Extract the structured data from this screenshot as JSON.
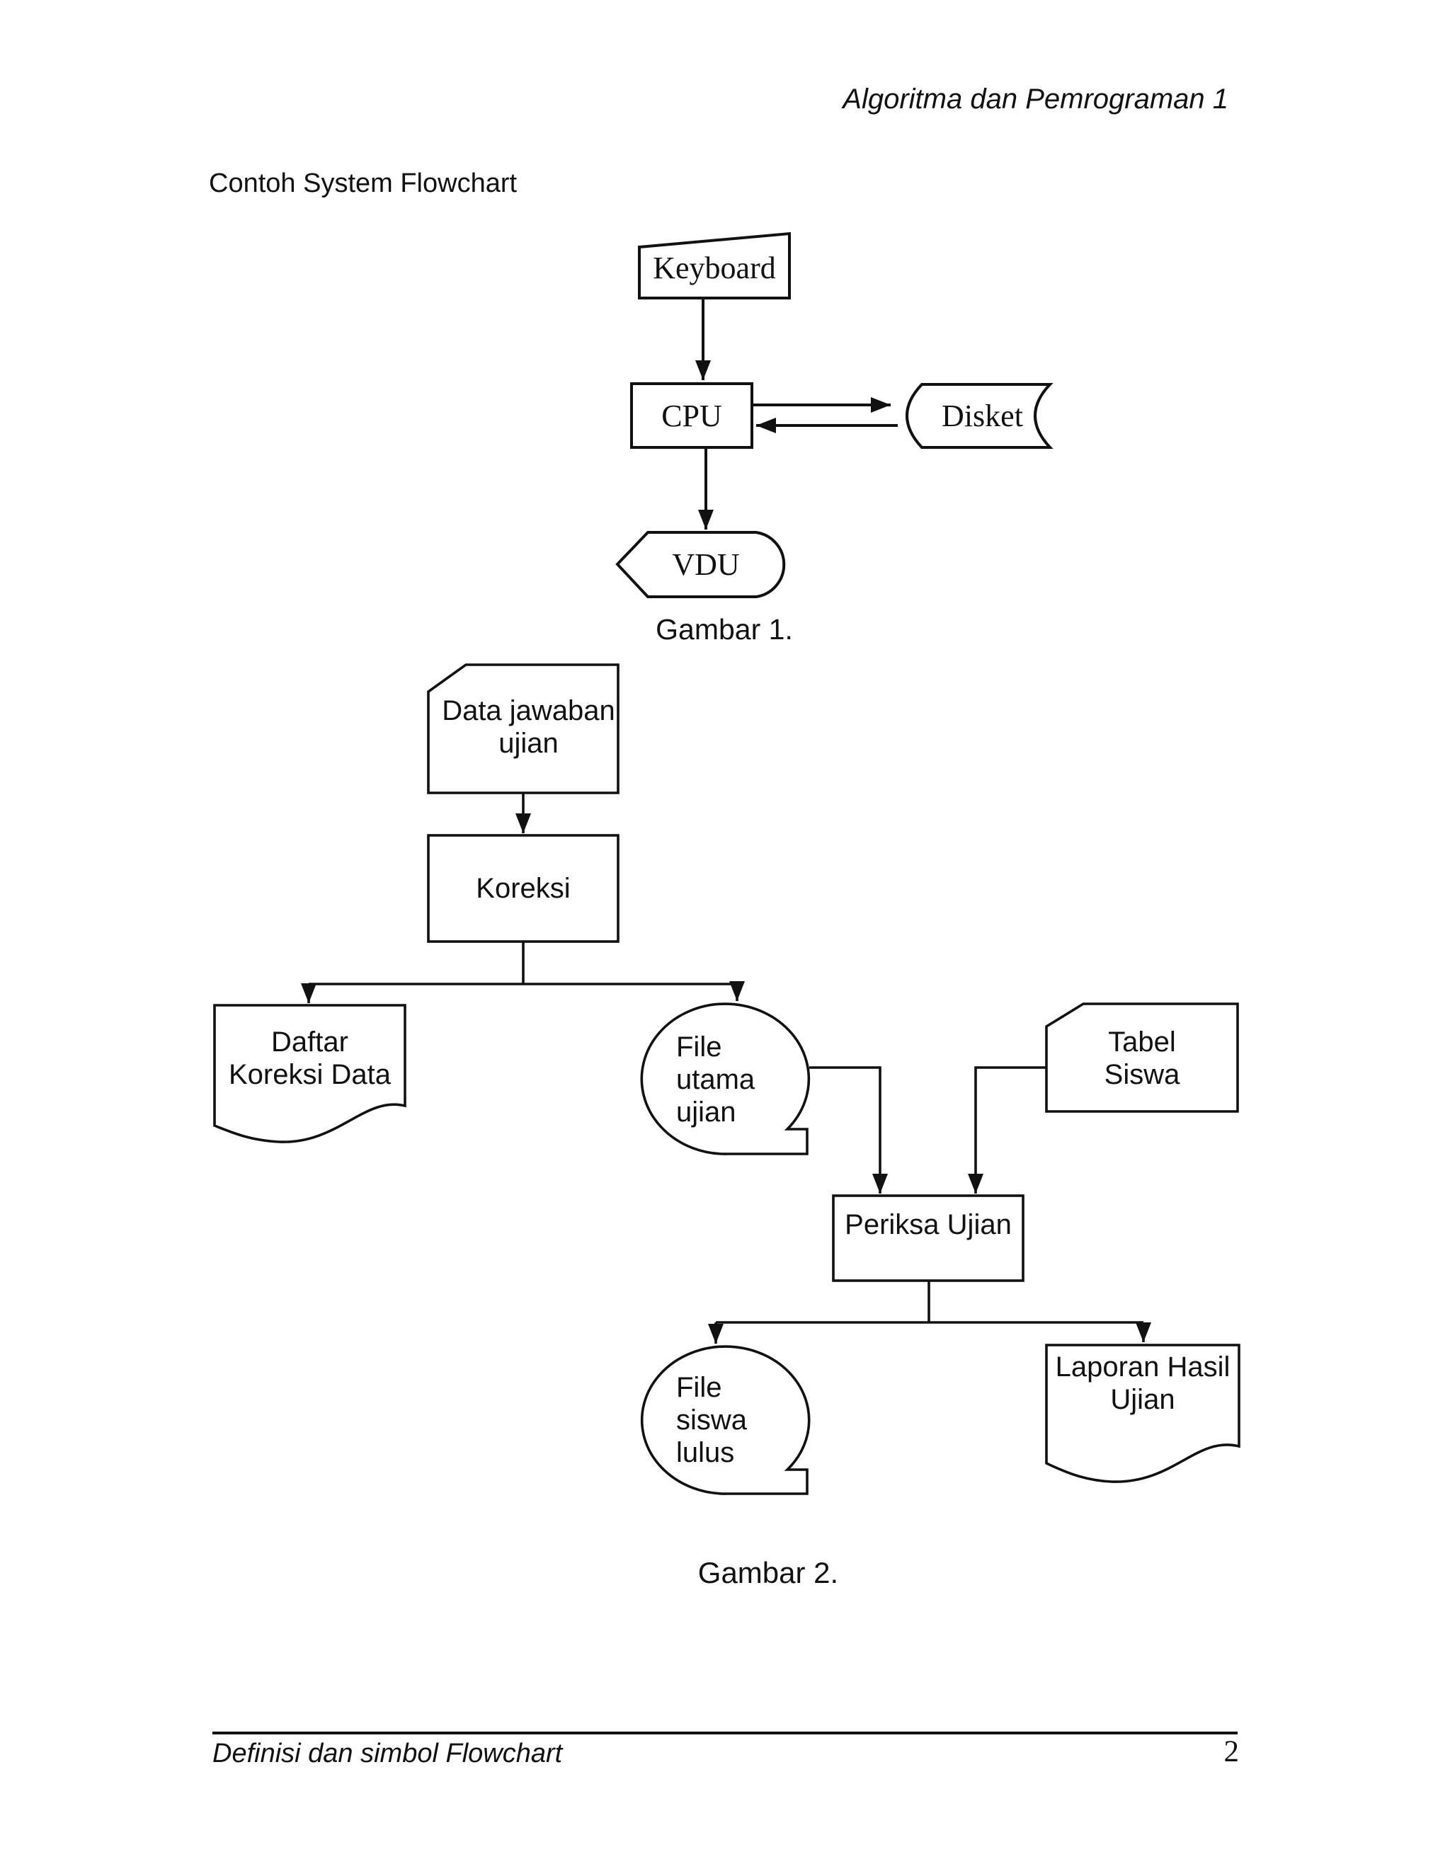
{
  "page": {
    "header": "Algoritma dan Pemrograman 1",
    "section_title": "Contoh System Flowchart",
    "footer_left": "Definisi dan simbol Flowchart",
    "page_number": "2"
  },
  "figure1": {
    "caption": "Gambar 1.",
    "nodes": {
      "keyboard": "Keyboard",
      "cpu": "CPU",
      "disket": "Disket",
      "vdu": "VDU"
    }
  },
  "figure2": {
    "caption": "Gambar 2.",
    "nodes": {
      "data_jawaban": "Data jawaban\nujian",
      "koreksi": "Koreksi",
      "daftar": "Daftar\nKoreksi Data",
      "file_utama": "File\nutama\nujian",
      "tabel_siswa": "Tabel\nSiswa",
      "periksa": "Periksa Ujian",
      "file_siswa": "File\nsiswa\nlulus",
      "laporan": "Laporan Hasil\nUjian"
    }
  }
}
